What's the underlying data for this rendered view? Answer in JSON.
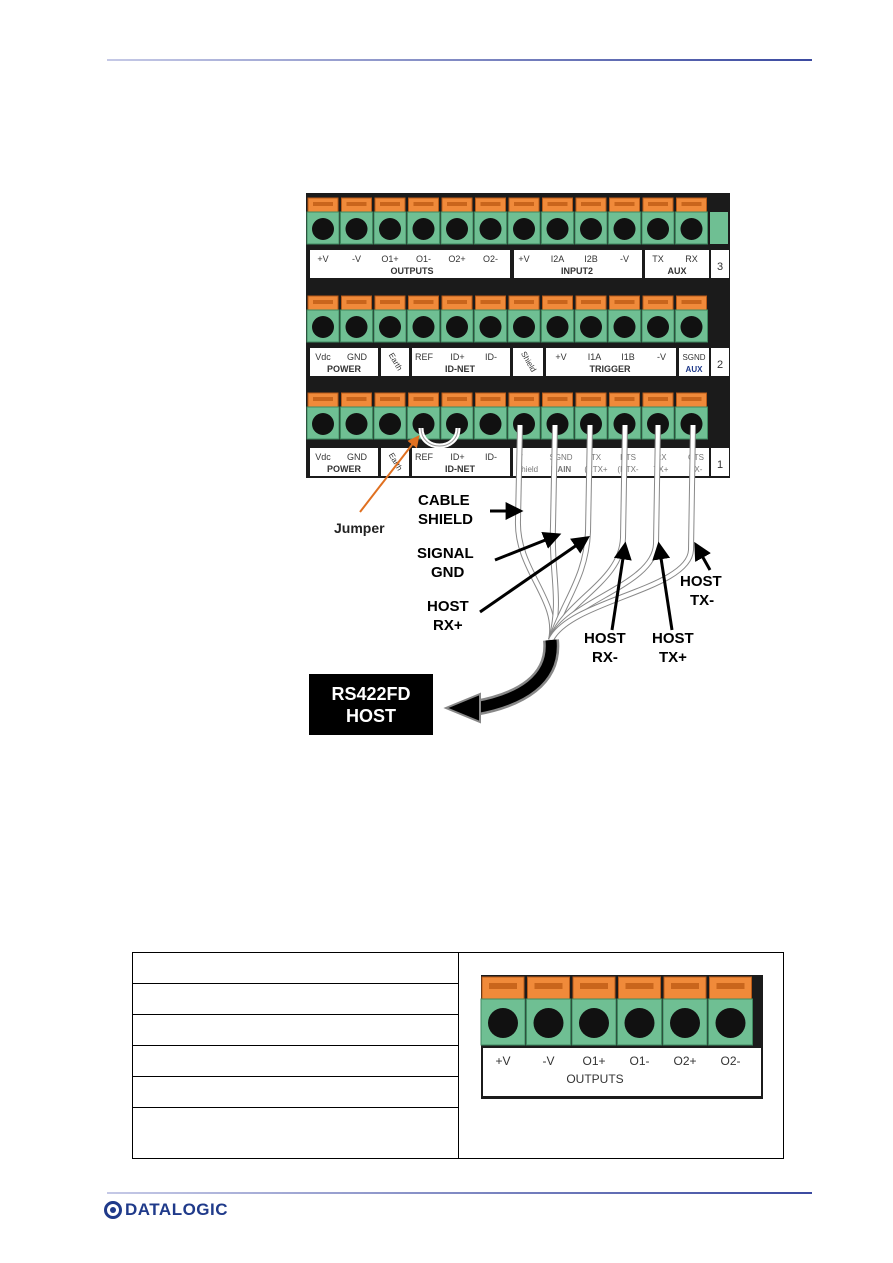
{
  "terminal_block": {
    "row3": {
      "pins": [
        "+V",
        "-V",
        "O1+",
        "O1-",
        "O2+",
        "O2-",
        "+V",
        "I2A",
        "I2B",
        "-V",
        "TX",
        "RX"
      ],
      "groups": [
        "OUTPUTS",
        "INPUT2",
        "AUX"
      ],
      "row_number": "3"
    },
    "row2": {
      "pins_power": [
        "Vdc",
        "GND"
      ],
      "group_power": "POWER",
      "earth": "Earth",
      "pins_idnet": [
        "REF",
        "ID+",
        "ID-"
      ],
      "group_idnet": "ID-NET",
      "shield": "Shield",
      "pins_trigger": [
        "+V",
        "I1A",
        "I1B",
        "-V"
      ],
      "group_trigger": "TRIGGER",
      "sgnd": "SGND",
      "aux": "AUX",
      "row_number": "2"
    },
    "row1": {
      "pins_power": [
        "Vdc",
        "GND"
      ],
      "group_power": "POWER",
      "earth": "Earth",
      "pins_idnet": [
        "REF",
        "ID+",
        "ID-"
      ],
      "group_idnet": "ID-NET",
      "partial": [
        "V",
        "SGND",
        "TX",
        "RTS",
        "RX",
        "CTS"
      ],
      "main": "MAIN",
      "partial2": [
        "Shield",
        "(RTX+",
        "(RTX-",
        "TX+",
        "TX-"
      ],
      "row_number": "1"
    }
  },
  "annotations": {
    "jumper": "Jumper",
    "cable_shield": [
      "CABLE",
      "SHIELD"
    ],
    "signal_gnd": [
      "SIGNAL",
      "GND"
    ],
    "host_rx_plus": [
      "HOST",
      "RX+"
    ],
    "host_rx_minus": [
      "HOST",
      "RX-"
    ],
    "host_tx_plus": [
      "HOST",
      "TX+"
    ],
    "host_tx_minus": [
      "HOST",
      "TX-"
    ],
    "host_box": [
      "RS422FD",
      "HOST"
    ]
  },
  "table_image": {
    "pins": [
      "+V",
      "-V",
      "O1+",
      "O1-",
      "O2+",
      "O2-"
    ],
    "group": "OUTPUTS"
  },
  "footer": {
    "logo": "DATALOGIC"
  }
}
